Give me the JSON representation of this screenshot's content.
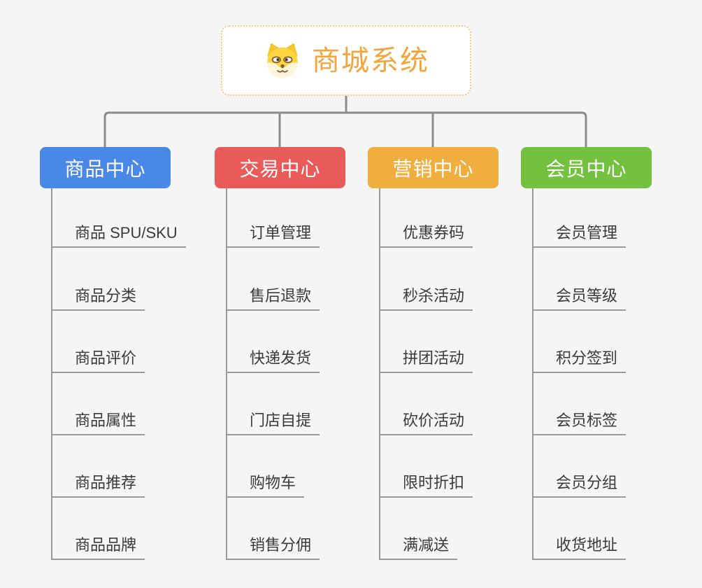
{
  "root": {
    "title": "商城系统",
    "icon": "dog-face-icon"
  },
  "branches": [
    {
      "label": "商品中心",
      "color": "#4A88E8",
      "items": [
        "商品 SPU/SKU",
        "商品分类",
        "商品评价",
        "商品属性",
        "商品推荐",
        "商品品牌"
      ]
    },
    {
      "label": "交易中心",
      "color": "#E85B58",
      "items": [
        "订单管理",
        "售后退款",
        "快递发货",
        "门店自提",
        "购物车",
        "销售分佣"
      ]
    },
    {
      "label": "营销中心",
      "color": "#EFAE3E",
      "items": [
        "优惠券码",
        "秒杀活动",
        "拼团活动",
        "砍价活动",
        "限时折扣",
        "满减送"
      ]
    },
    {
      "label": "会员中心",
      "color": "#73C13E",
      "items": [
        "会员管理",
        "会员等级",
        "积分签到",
        "会员标签",
        "会员分组",
        "收货地址"
      ]
    }
  ],
  "colors": {
    "background": "#F5F5F5",
    "root_border": "#F3C77C",
    "root_title": "#F0A63C",
    "connector": "#8C8C8C",
    "underline": "#999999",
    "item_text": "#3A3A3A"
  }
}
